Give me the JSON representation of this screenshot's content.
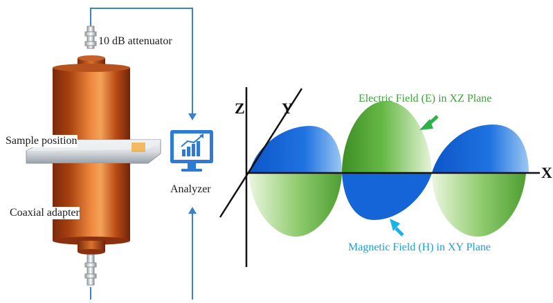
{
  "left_setup": {
    "attenuator_label": "10 dB attenuator",
    "sample_label": "Sample position",
    "adapter_label": "Coaxial adapter",
    "analyzer_label": "Analyzer",
    "analyzer_icon": "analyzer-chart-icon"
  },
  "wave": {
    "axes": {
      "z": "Z",
      "y": "Y",
      "x": "X"
    },
    "electric_label": "Electric Field (E) in XZ Plane",
    "magnetic_label": "Magnetic Field (H) in XY Plane"
  },
  "colors": {
    "copper": "#c4561e",
    "connector_blue": "#3d7fc9",
    "electric_green": "#4f9e33",
    "electric_label": "#3da03a",
    "magnetic_blue": "#1565d8",
    "magnetic_label": "#1aa0d8",
    "arrow_green": "#2db24a",
    "arrow_cyan": "#1ab3e6"
  }
}
